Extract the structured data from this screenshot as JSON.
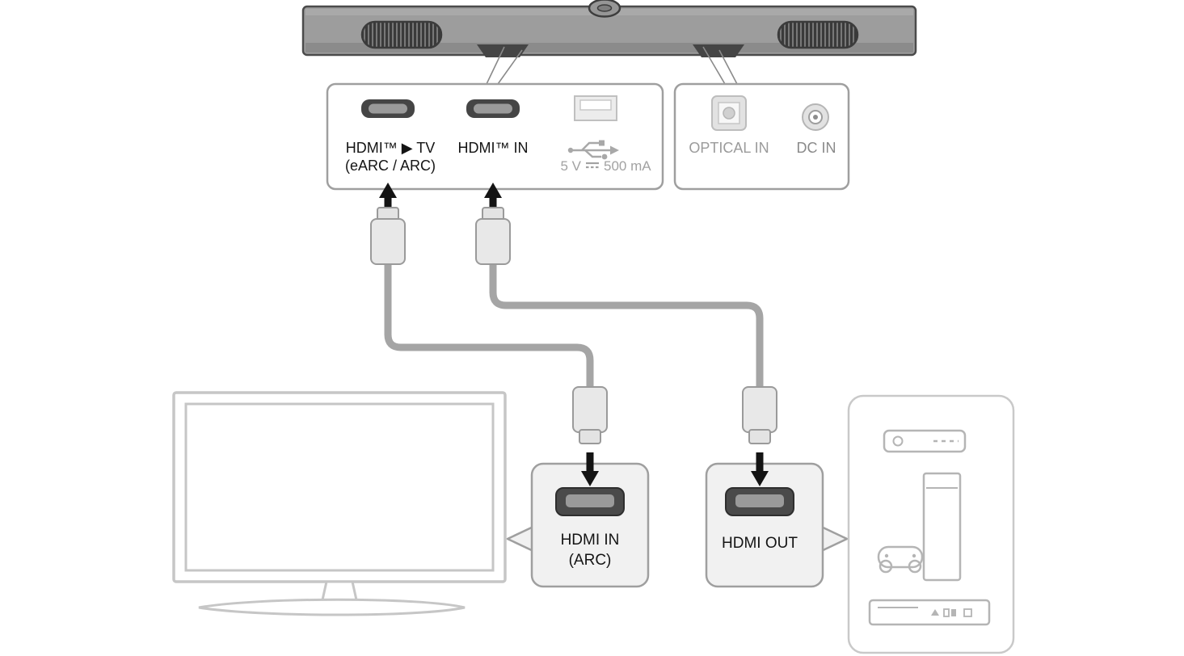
{
  "colors": {
    "soundbar_body": "#9d9d9d",
    "soundbar_edge": "#4b4b4b",
    "panel_outline": "#9f9f9f",
    "light_outline": "#c6c6c6",
    "cable": "#a5a5a5",
    "connector_fill": "#e8e8e8",
    "callout_box_fill": "#f1f1f1",
    "port_dark": "#454545",
    "arrow_black": "#141414",
    "text_black": "#141414",
    "text_gray": "#9b9b9b"
  },
  "ports_panel": {
    "hdmi_tv_label_line1": "HDMI™ ▶ TV",
    "hdmi_tv_label_line2": "(eARC / ARC)",
    "hdmi_in_label": "HDMI™ IN",
    "usb_power_value": "5 V",
    "usb_power_current": "500 mA"
  },
  "power_panel": {
    "optical_label": "OPTICAL IN",
    "dc_label": "DC IN"
  },
  "tv_connection": {
    "label_line1": "HDMI IN",
    "label_line2": "(ARC)"
  },
  "device_connection": {
    "label": "HDMI OUT"
  }
}
